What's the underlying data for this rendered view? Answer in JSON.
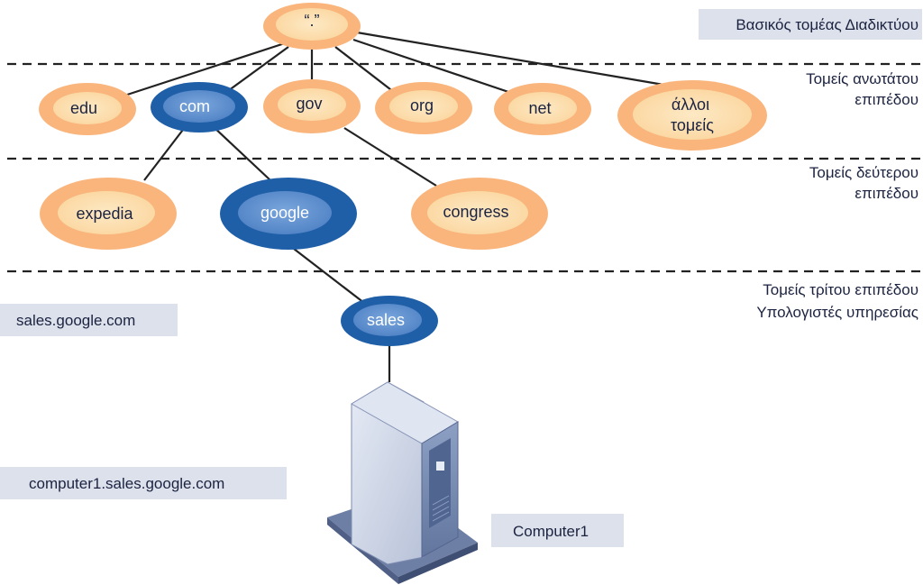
{
  "levels": {
    "root_domain": "Βασικός τομέας Διαδικτύου",
    "top_level_line1": "Τομείς ανωτάτου",
    "top_level_line2": "επιπέδου",
    "second_level_line1": "Τομείς δεύτερου",
    "second_level_line2": "επιπέδου",
    "third_level_line1": "Τομείς τρίτου επιπέδου",
    "third_level_line2": "Υπολογιστές υπηρεσίας"
  },
  "nodes": {
    "root": "“.”",
    "edu": "edu",
    "com": "com",
    "gov": "gov",
    "org": "org",
    "net": "net",
    "other_line1": "άλλοι",
    "other_line2": "τομείς",
    "expedia": "expedia",
    "google": "google",
    "congress": "congress",
    "sales": "sales"
  },
  "fqdn_labels": {
    "sales": "sales.google.com",
    "computer": "computer1.sales.google.com"
  },
  "computer_label": "Computer1",
  "colors": {
    "orange_outer": "#f9b57c",
    "orange_inner": "#fde2b0",
    "blue_outer": "#1f5fa8",
    "blue_inner": "#5e90cf",
    "label_box": "#dde1ec",
    "dashed_line": "#222222",
    "connector": "#222222"
  }
}
